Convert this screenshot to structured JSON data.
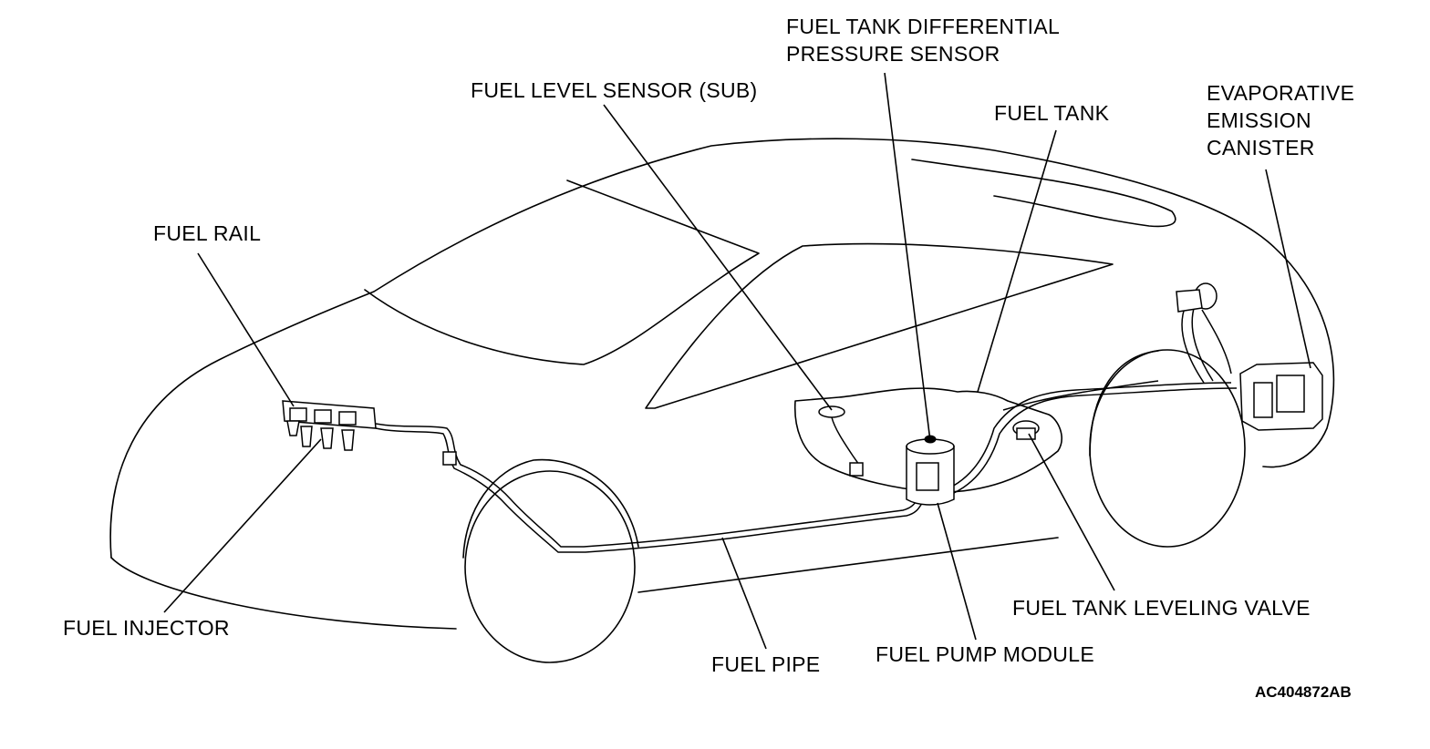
{
  "labels": {
    "fuel_tank_differential_pressure_sensor_line1": "FUEL TANK DIFFERENTIAL",
    "fuel_tank_differential_pressure_sensor_line2": "PRESSURE SENSOR",
    "fuel_level_sensor_sub": "FUEL LEVEL SENSOR (SUB)",
    "fuel_tank": "FUEL TANK",
    "evaporative_emission_canister_line1": "EVAPORATIVE",
    "evaporative_emission_canister_line2": "EMISSION",
    "evaporative_emission_canister_line3": "CANISTER",
    "fuel_rail": "FUEL RAIL",
    "fuel_injector": "FUEL INJECTOR",
    "fuel_pipe": "FUEL PIPE",
    "fuel_pump_module": "FUEL PUMP MODULE",
    "fuel_tank_leveling_valve": "FUEL TANK LEVELING VALVE"
  },
  "figure_code": "AC404872AB"
}
